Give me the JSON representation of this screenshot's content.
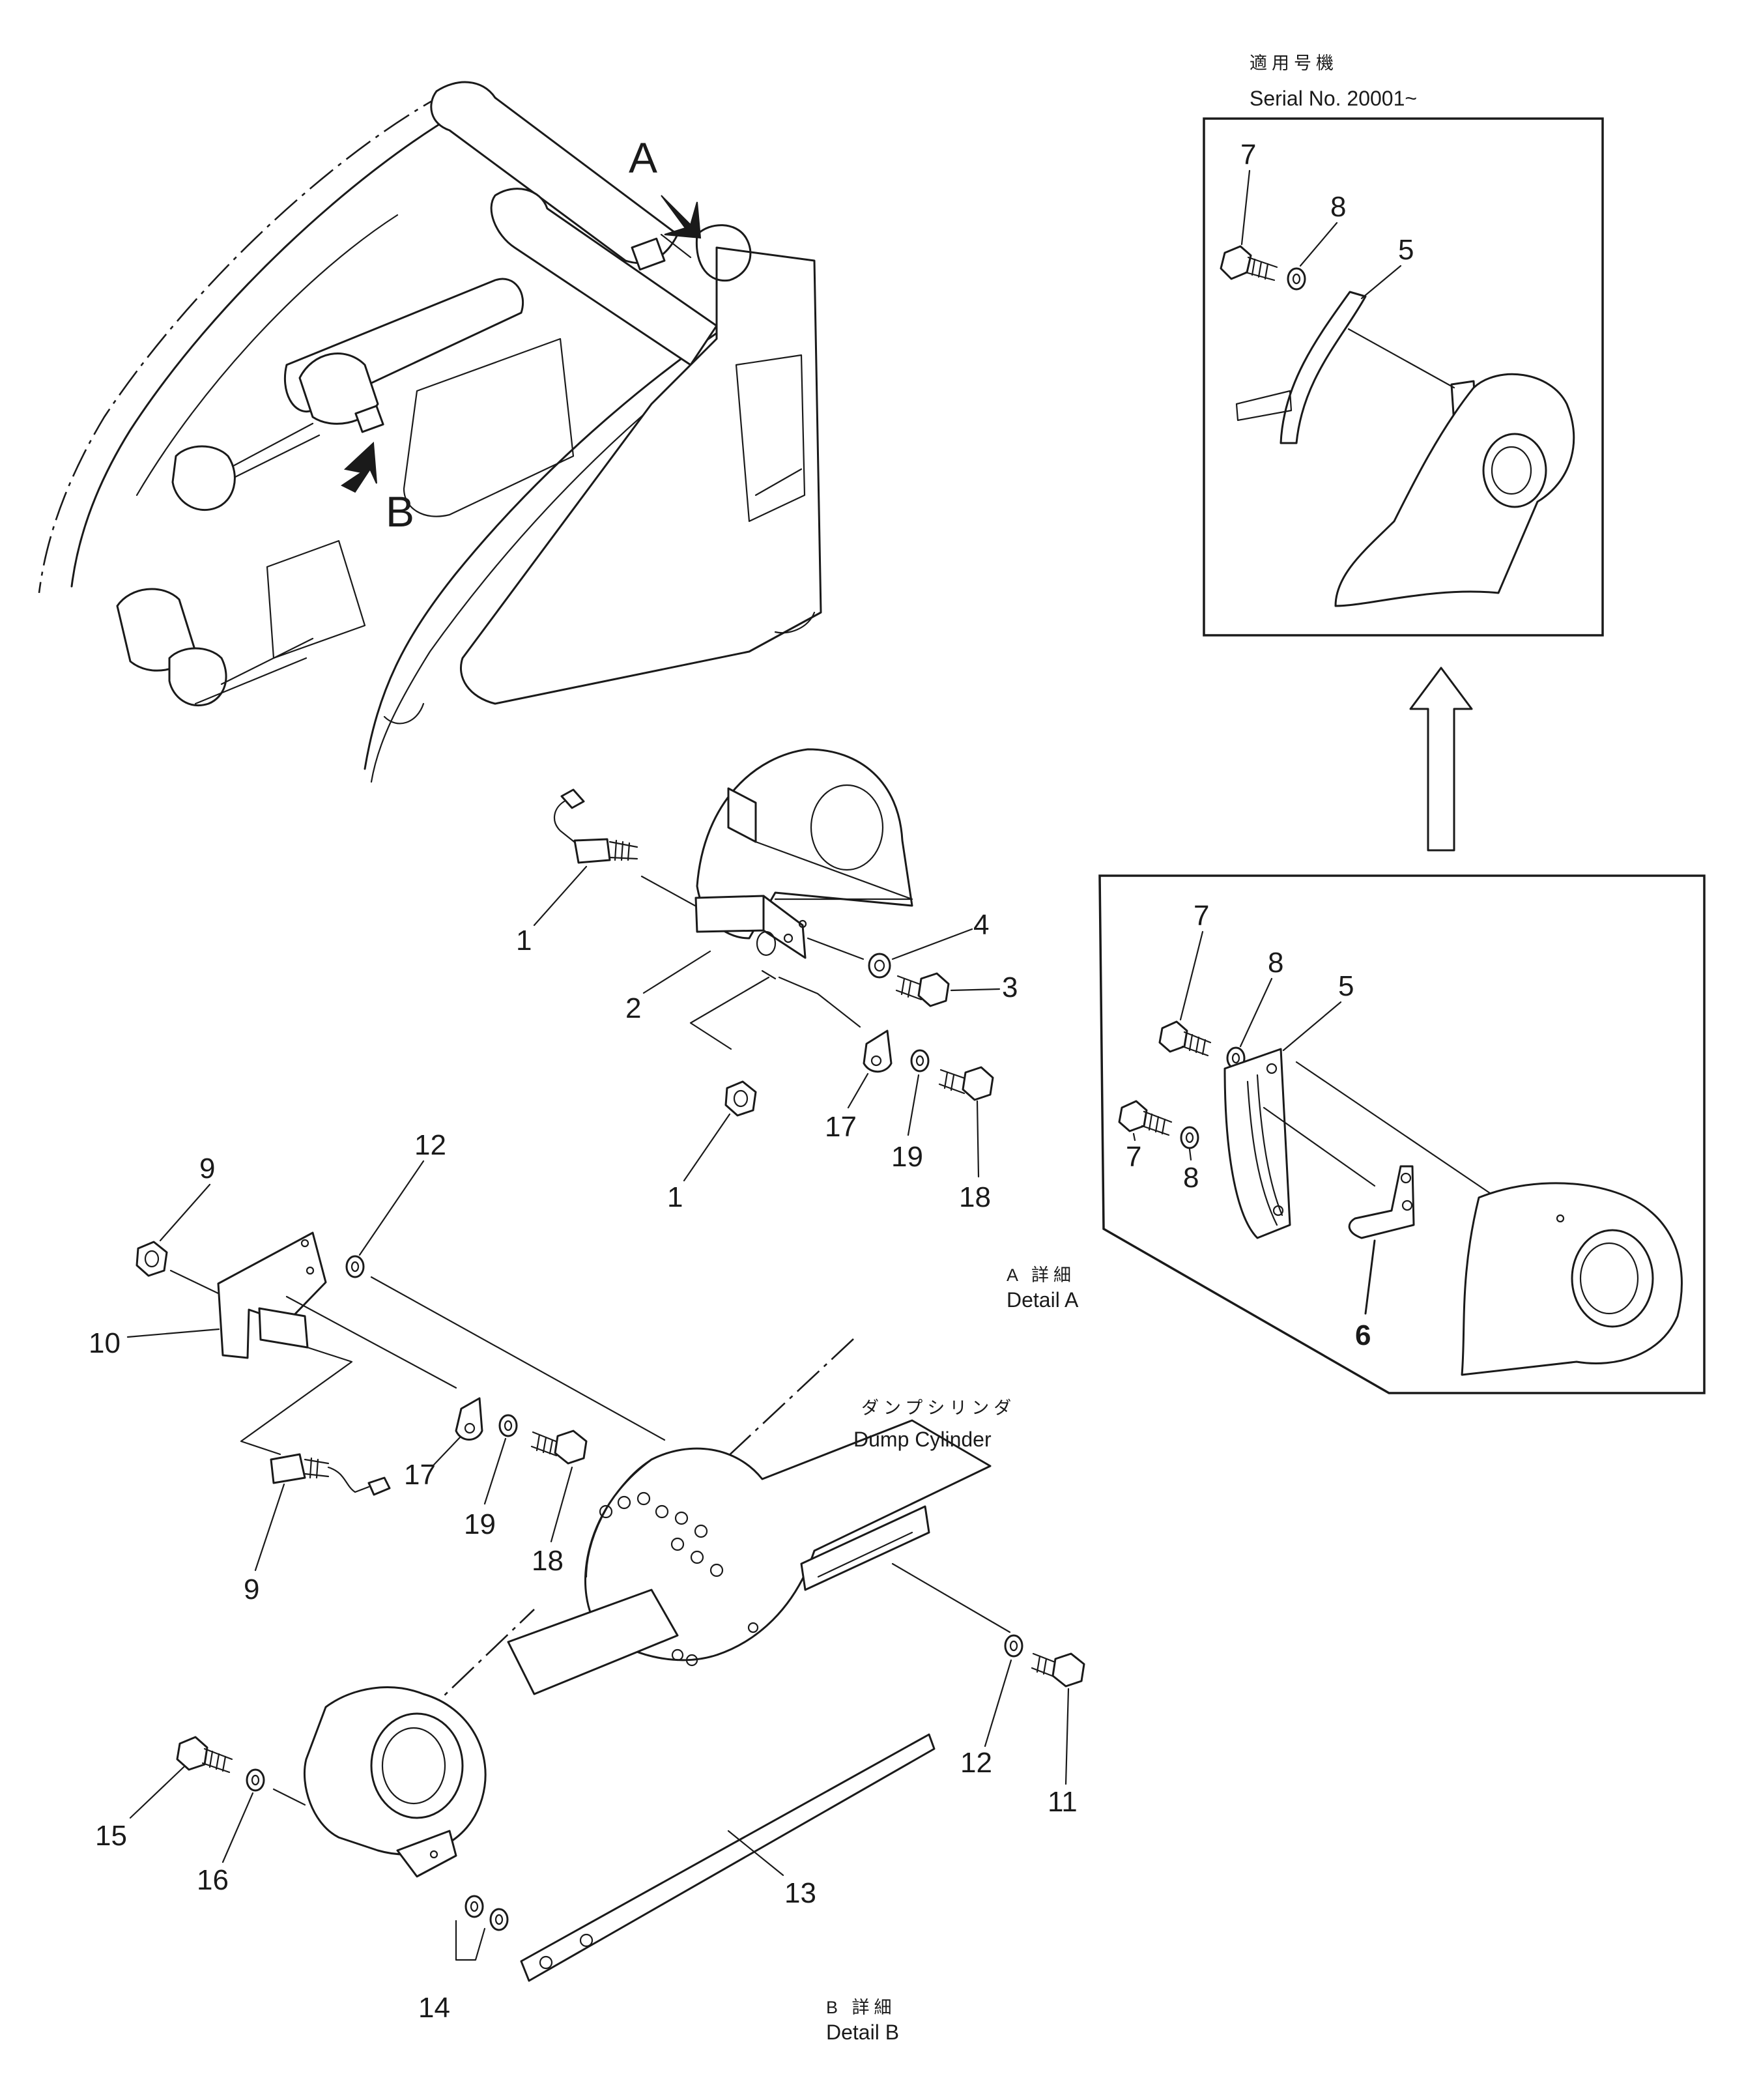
{
  "serial_box": {
    "jp_label": "適用号機",
    "serial_label": "Serial No. 20001~",
    "callouts": [
      "7",
      "8",
      "5"
    ]
  },
  "overview": {
    "marker_a": "A",
    "marker_b": "B"
  },
  "detail_a_box": {
    "callouts": [
      "7",
      "8",
      "5",
      "7",
      "8",
      "6"
    ],
    "jp_caption": "A 詳細",
    "caption": "Detail A"
  },
  "detail_a_parts": {
    "callouts": [
      "1",
      "2",
      "4",
      "3",
      "17",
      "19",
      "18",
      "1"
    ]
  },
  "detail_b": {
    "callouts": [
      "9",
      "12",
      "10",
      "17",
      "19",
      "18",
      "9",
      "12",
      "11",
      "15",
      "16",
      "13",
      "14"
    ],
    "cylinder_jp": "ダンプシリンダ",
    "cylinder_label": "Dump Cylinder",
    "jp_caption": "B 詳細",
    "caption": "Detail B"
  }
}
